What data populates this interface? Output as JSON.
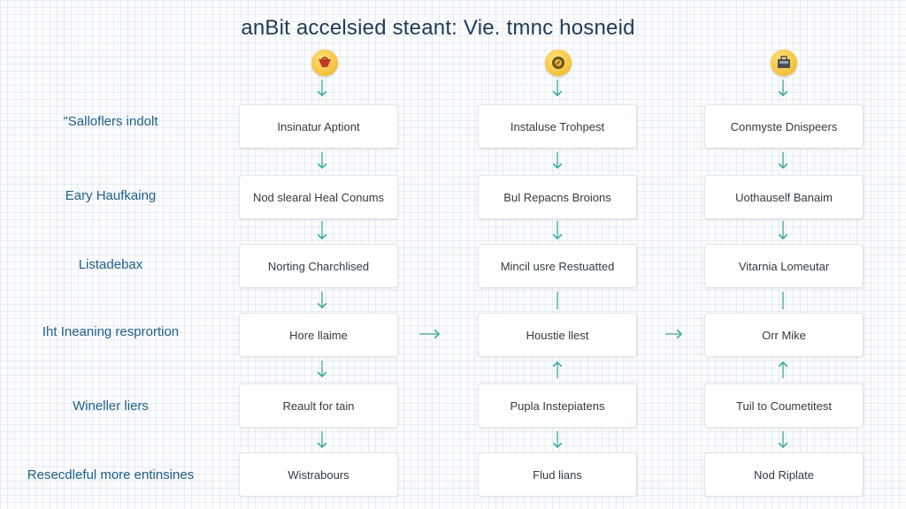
{
  "title": "anBit accelsied steant: Vie. tmnc hosneid",
  "icons": [
    "shopping-bag-icon",
    "coin-icon",
    "briefcase-icon"
  ],
  "row_labels": [
    "\"Salloflers indolt",
    "Eary Haufkaing",
    "Listadebax",
    "Iht Ineaning resprortion",
    "Wineller liers",
    "Resecdleful more entinsines"
  ],
  "columns": [
    {
      "nodes": [
        "Insinatur Aptiont",
        "Nod slearal Heal Conums",
        "Norting Charchlised",
        "Hore llaime",
        "Reault for tain",
        "Wistrabours"
      ]
    },
    {
      "nodes": [
        "Instaluse Trohpest",
        "Bul Repacns Broions",
        "Mincil usre Restuatted",
        "Houstie llest",
        "Pupla Instepiatens",
        "Flud lians"
      ]
    },
    {
      "nodes": [
        "Conmyste Dnispeers",
        "Uothauself Banaim",
        "Vitarnia Lomeutar",
        "Orr Mike",
        "Tuil to Coumetitest",
        "Nod Riplate"
      ]
    }
  ]
}
